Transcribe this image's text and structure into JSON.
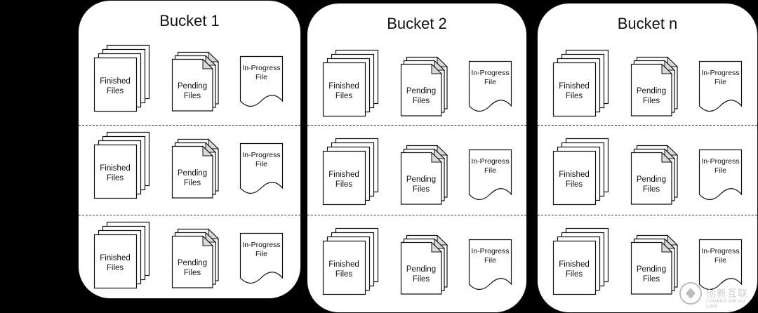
{
  "diagram": {
    "buckets": [
      {
        "title": "Bucket 1",
        "rows": [
          {
            "finished": "Finished Files",
            "pending": "Pending Files",
            "in_progress": "In-Progress File"
          },
          {
            "finished": "Finished Files",
            "pending": "Pending Files",
            "in_progress": "In-Progress File"
          },
          {
            "finished": "Finished Files",
            "pending": "Pending Files",
            "in_progress": "In-Progress File"
          }
        ]
      },
      {
        "title": "Bucket 2",
        "rows": [
          {
            "finished": "Finished Files",
            "pending": "Pending Files",
            "in_progress": "In-Progress File"
          },
          {
            "finished": "Finished Files",
            "pending": "Pending Files",
            "in_progress": "In-Progress File"
          },
          {
            "finished": "Finished Files",
            "pending": "Pending Files",
            "in_progress": "In-Progress File"
          }
        ]
      },
      {
        "title": "Bucket n",
        "rows": [
          {
            "finished": "Finished Files",
            "pending": "Pending Files",
            "in_progress": "In-Progress File"
          },
          {
            "finished": "Finished Files",
            "pending": "Pending Files",
            "in_progress": "In-Progress File"
          },
          {
            "finished": "Finished Files",
            "pending": "Pending Files",
            "in_progress": "In-Progress File"
          }
        ]
      }
    ]
  },
  "watermark": {
    "text": "创新互联",
    "subtext": "CHUANG XIN HU LIAN"
  },
  "colors": {
    "background": "#000000",
    "bucket_fill": "#ffffff",
    "stroke": "#111111",
    "page_fold": "#d9d9d9"
  }
}
